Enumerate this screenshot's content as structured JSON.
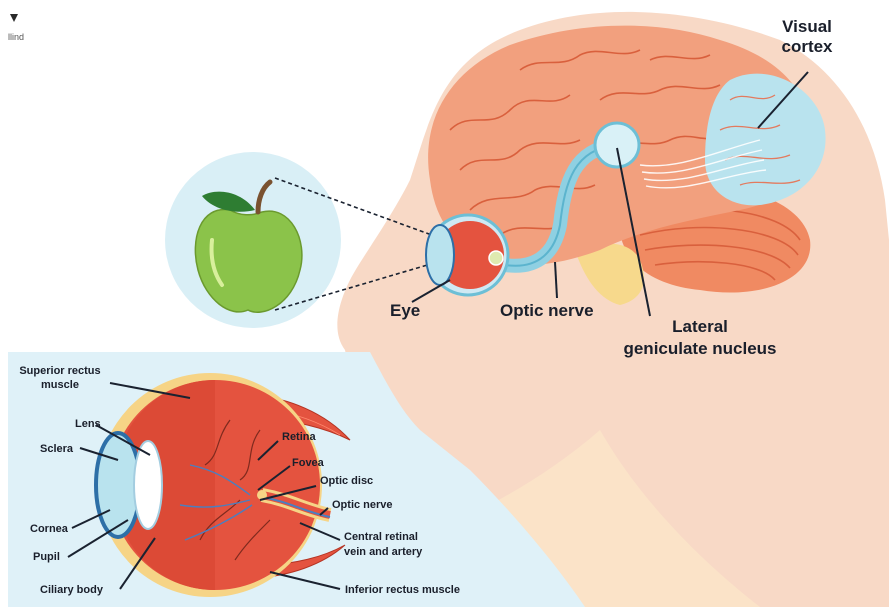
{
  "header": {
    "logo_text": "llind"
  },
  "top_labels": {
    "visual_cortex": [
      "Visual",
      "cortex"
    ],
    "eye": "Eye",
    "optic_nerve": "Optic nerve",
    "lgn": [
      "Lateral",
      "geniculate nucleus"
    ]
  },
  "eye_labels": {
    "superior_rectus": [
      "Superior rectus",
      "muscle"
    ],
    "lens": "Lens",
    "sclera": "Sclera",
    "cornea": "Cornea",
    "pupil": "Pupil",
    "ciliary_body": "Ciliary body",
    "retina": "Retina",
    "fovea": "Fovea",
    "optic_disc": "Optic disc",
    "optic_nerve": "Optic nerve",
    "central_retinal": [
      "Central retinal",
      "vein and artery"
    ],
    "inferior_rectus": "Inferior rectus muscle"
  },
  "colors": {
    "skin": "#f8d9c6",
    "brain": "#f2a07e",
    "cortex": "#b9e3ee",
    "panel": "#dff1f8",
    "apple": "#8bc34a",
    "label": "#1a1f2b"
  }
}
